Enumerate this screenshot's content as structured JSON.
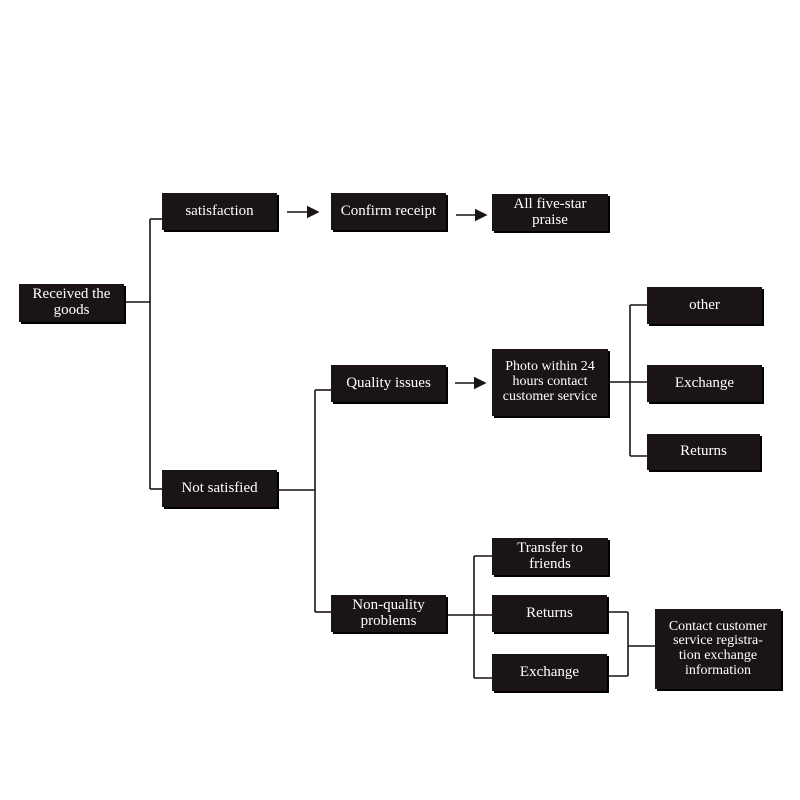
{
  "nodes": {
    "received": "Received the\ngoods",
    "satisfaction": "satisfaction",
    "confirm": "Confirm receipt",
    "praise": "All five-star\npraise",
    "not_satisfied": "Not satisfied",
    "quality": "Quality issues",
    "photo": "Photo within 24\nhours contact\ncustomer service",
    "other": "other",
    "exchange_q": "Exchange",
    "returns_q": "Returns",
    "non_quality": "Non-quality\nproblems",
    "transfer": "Transfer to\nfriends",
    "returns_n": "Returns",
    "exchange_n": "Exchange",
    "contact": "Contact customer\nservice registra-\ntion  exchange\ninformation"
  }
}
